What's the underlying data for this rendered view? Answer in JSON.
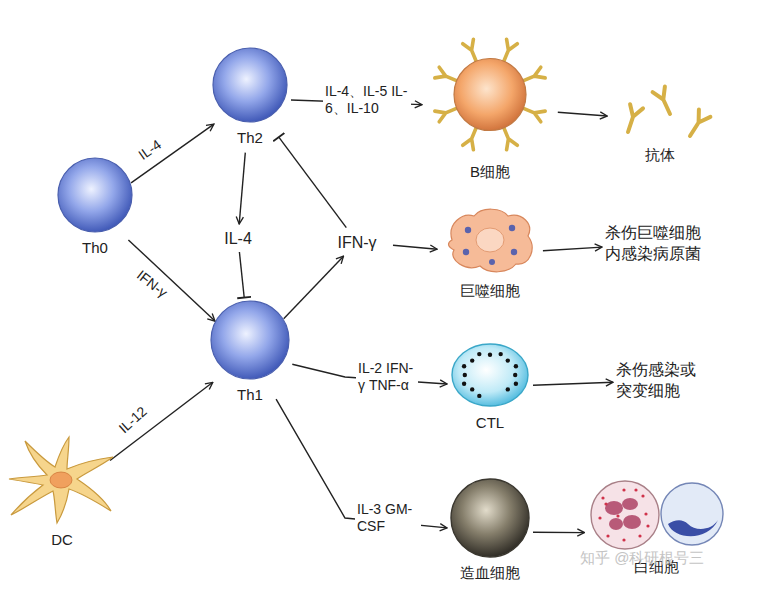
{
  "diagram": {
    "nodes": [
      {
        "text": [
          "Th0"
        ]
      },
      {
        "text": [
          "Th2"
        ]
      },
      {
        "text": [
          "IL-4"
        ]
      },
      {
        "text": [
          "Th1"
        ]
      },
      {
        "text": [
          "B细胞"
        ]
      },
      {
        "text": [
          "抗体"
        ]
      },
      {
        "text": [
          "IFN-γ"
        ]
      },
      {
        "text": [
          "巨噬细胞"
        ]
      },
      {
        "text": [
          "杀伤巨噬细胞 内感染病原菌"
        ]
      },
      {
        "text": [
          "CTL"
        ]
      },
      {
        "text": [
          "杀伤感染或 突变细胞"
        ]
      },
      {
        "text": [
          "DC"
        ]
      },
      {
        "text": [
          "造血细胞"
        ]
      },
      {
        "text": [
          "白细胞"
        ]
      }
    ],
    "edges": [
      {
        "from": 0,
        "to": 1,
        "label": "IL-4",
        "arrow": "to"
      },
      {
        "from": 0,
        "to": 3,
        "label": "IFN-γ",
        "arrow": "to"
      },
      {
        "from": 1,
        "to": 2,
        "arrow": "to"
      },
      {
        "from": 2,
        "to": 3,
        "arrow": "to"
      },
      {
        "from": 1,
        "to": 4,
        "label": "IL-4、IL-5 IL-6、IL-10",
        "arrow": "to"
      },
      {
        "from": 4,
        "to": 5,
        "arrow": "to"
      },
      {
        "from": 3,
        "to": 6,
        "arrow": "to"
      },
      {
        "from": 6,
        "to": 1,
        "arrow": "to"
      },
      {
        "from": 6,
        "to": 7,
        "arrow": "to"
      },
      {
        "from": 7,
        "to": 8,
        "arrow": "to"
      },
      {
        "from": 3,
        "to": 9,
        "label": "IL-2 IFN-γ TNF-α",
        "arrow": "to"
      },
      {
        "from": 9,
        "to": 10,
        "arrow": "to"
      },
      {
        "from": 11,
        "to": 3,
        "label": "IL-12",
        "arrow": "to"
      },
      {
        "from": 3,
        "to": 12,
        "label": "IL-3 GM-CSF",
        "arrow": "to"
      },
      {
        "from": 12,
        "to": 13,
        "arrow": "to"
      }
    ],
    "labels": [
      "知乎 @科研根号三"
    ]
  }
}
